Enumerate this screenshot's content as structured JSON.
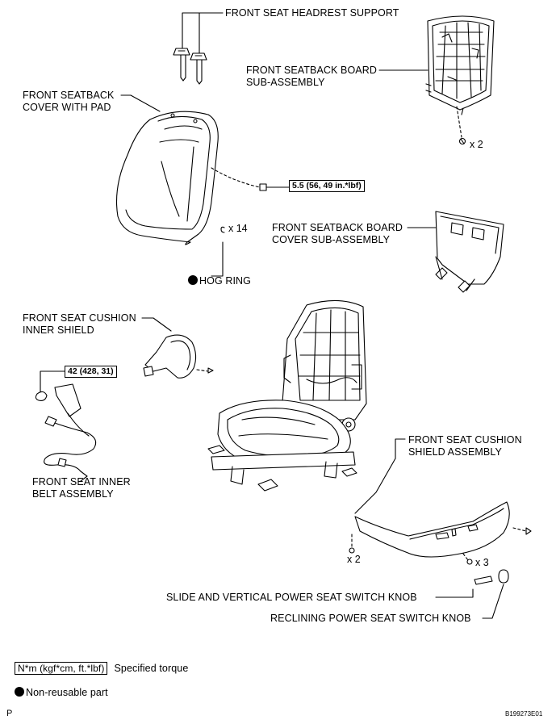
{
  "labels": {
    "headrest_support": "FRONT SEAT HEADREST SUPPORT",
    "seatback_board_1": "FRONT SEATBACK BOARD",
    "seatback_board_2": "SUB-ASSEMBLY",
    "seatback_cover_1": "FRONT SEATBACK",
    "seatback_cover_2": "COVER WITH PAD",
    "board_cover_1": "FRONT SEATBACK BOARD",
    "board_cover_2": "COVER SUB-ASSEMBLY",
    "hog_ring": "HOG RING",
    "cushion_inner_shield_1": "FRONT SEAT CUSHION",
    "cushion_inner_shield_2": "INNER SHIELD",
    "inner_belt_1": "FRONT SEAT INNER",
    "inner_belt_2": "BELT ASSEMBLY",
    "cushion_shield_1": "FRONT SEAT CUSHION",
    "cushion_shield_2": "SHIELD ASSEMBLY",
    "slide_knob": "SLIDE AND VERTICAL POWER SEAT SWITCH KNOB",
    "reclining_knob": "RECLINING POWER SEAT SWITCH KNOB"
  },
  "torques": {
    "seatback_nut": "5.5 (56, 49 in.*lbf)",
    "belt_bolt": "42 (428, 31)"
  },
  "quantities": {
    "board_screws": "x 2",
    "hog_rings": "x 14",
    "shield_left": "x 2",
    "shield_right": "x 3"
  },
  "legend": {
    "torque_format": "N*m (kgf*cm, ft.*lbf)",
    "torque_desc": "Specified torque",
    "non_reusable": "Non-reusable part"
  },
  "footer": {
    "left_code": "P",
    "figure_id": "B199273E01"
  }
}
